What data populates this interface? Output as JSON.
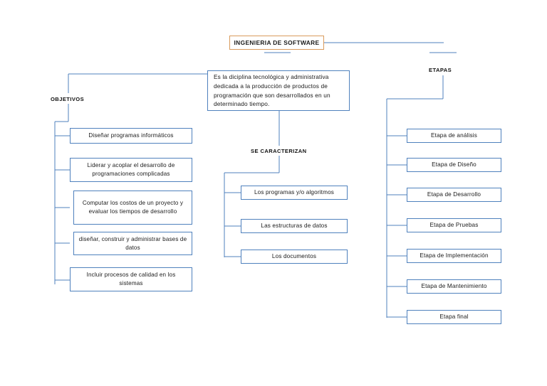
{
  "diagram": {
    "title": "INGENIERIA DE SOFTWARE",
    "description": "Es la diciplina tecnológica y administrativa dedicada a la producción de productos de programación que son desarrollados en un determinado tiempo.",
    "colors": {
      "title_border": "#d99b5c",
      "node_border": "#4f81bd",
      "connector": "#4f81bd",
      "text": "#1a1a1a",
      "background": "#ffffff"
    },
    "branches": {
      "objetivos": {
        "label": "OBJETIVOS",
        "items": [
          "Diseñar programas informáticos",
          "Liderar y acoplar el desarrollo de programaciones complicadas",
          "Computar los costos de un proyecto y evaluar los tiempos de desarrollo",
          "diseñar, construir y administrar bases de datos",
          "Incluir procesos de calidad en los sistemas"
        ]
      },
      "se_caracterizan": {
        "label": "SE CARACTERIZAN",
        "items": [
          "Los programas y/o algoritmos",
          "Las estructuras de datos",
          "Los documentos"
        ]
      },
      "etapas": {
        "label": "ETAPAS",
        "items": [
          "Etapa de análisis",
          "Etapa de Diseño",
          "Etapa de Desarrollo",
          "Etapa de Pruebas",
          "Etapa de Implementación",
          "Etapa de Mantenimiento",
          "Etapa final"
        ]
      }
    }
  }
}
